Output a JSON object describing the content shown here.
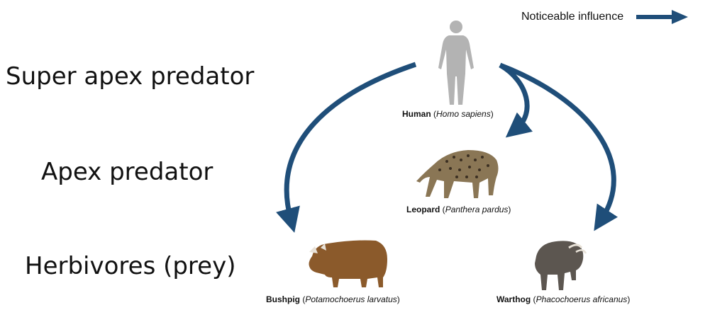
{
  "legend": {
    "label": "Noticeable influence",
    "arrow_color": "#1f4e79"
  },
  "tiers": {
    "super_apex": "Super apex predator",
    "apex": "Apex predator",
    "herbivores": "Herbivores (prey)"
  },
  "species": {
    "human": {
      "common": "Human",
      "scientific": "Homo sapiens"
    },
    "leopard": {
      "common": "Leopard",
      "scientific": "Panthera pardus"
    },
    "bushpig": {
      "common": "Bushpig",
      "scientific": "Potamochoerus larvatus"
    },
    "warthog": {
      "common": "Warthog",
      "scientific": "Phacochoerus africanus"
    }
  },
  "colors": {
    "arrow": "#1f4e79",
    "human_silhouette": "#b3b3b3",
    "leopard": "#8a7655",
    "bushpig": "#8b5a2b",
    "warthog": "#5c5650"
  }
}
